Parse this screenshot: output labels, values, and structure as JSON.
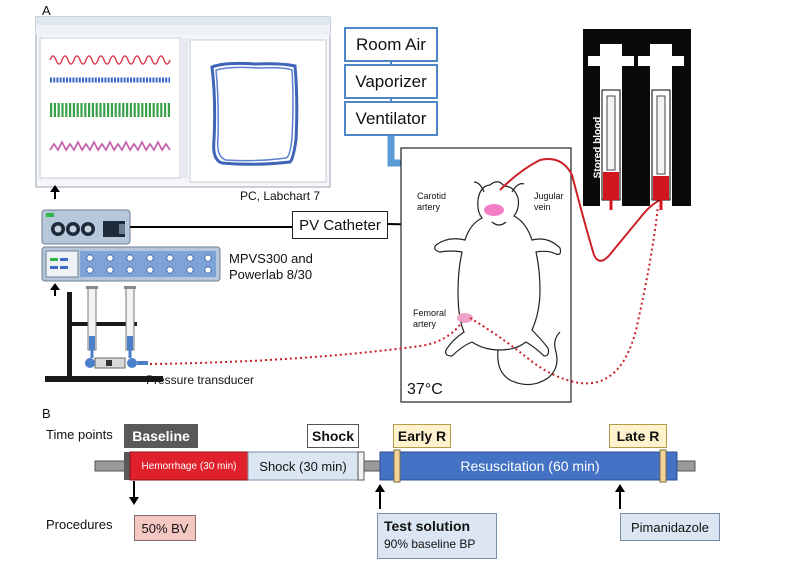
{
  "panel_a": {
    "letter": "A",
    "pc_caption": "PC, Labchart 7",
    "gas_chain": [
      "Room Air",
      "Vaporizer",
      "Ventilator"
    ],
    "pv_catheter": "PV Catheter",
    "mpvs_caption_line1": "MPVS300 and",
    "mpvs_caption_line2": "Powerlab 8/30",
    "pressure_transducer": "Pressure transducer",
    "carotid_line1": "Carotid",
    "carotid_line2": "artery",
    "jugular_line1": "Jugular",
    "jugular_line2": "vein",
    "femoral_line1": "Femoral",
    "femoral_line2": "artery",
    "temperature": "37°C",
    "stored_blood": "Stored blood"
  },
  "panel_b": {
    "letter": "B",
    "time_points_label": "Time points",
    "procedures_label": "Procedures",
    "baseline": "Baseline",
    "shock_marker": "Shock",
    "early_r": "Early R",
    "late_r": "Late R",
    "hemorrhage": "Hemorrhage (30 min)",
    "shock_phase": "Shock (30 min)",
    "resuscitation": "Resuscitation (60 min)",
    "bv": "50% BV",
    "test_solution_title": "Test solution",
    "test_solution_detail": "90% baseline BP",
    "pimanidazole": "Pimanidazole"
  },
  "colors": {
    "blue_flow": "#5b9bd5",
    "hemorrhage_red": "#e0202a",
    "resuscitation_blue": "#4472c4",
    "shock_lightblue": "#dce6f2",
    "early_late_yellow": "#fff2cc",
    "baseline_gray": "#595959",
    "bv_pink": "#f4c7c3",
    "tan_marker": "#f2d49b"
  }
}
